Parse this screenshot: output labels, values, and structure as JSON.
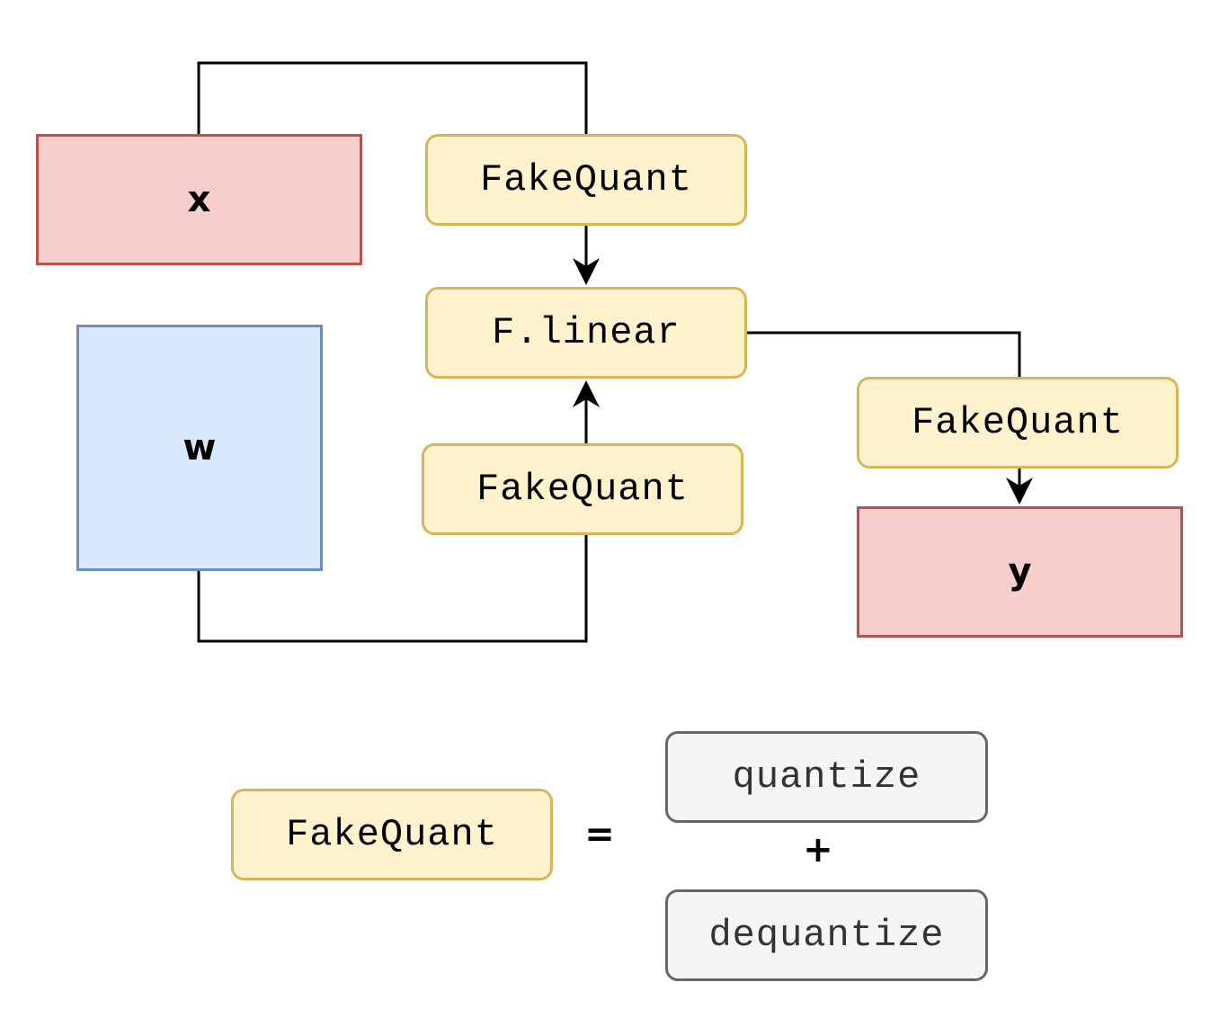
{
  "diagram": {
    "nodes": {
      "x": "x",
      "w": "w",
      "fakequant_input": "FakeQuant",
      "linear": "F.linear",
      "fakequant_weight": "FakeQuant",
      "fakequant_output": "FakeQuant",
      "y": "y"
    },
    "legend": {
      "fakequant": "FakeQuant",
      "equals": "=",
      "quantize": "quantize",
      "plus": "+",
      "dequantize": "dequantize"
    }
  },
  "colors": {
    "tensor_fill": "#f8cecc",
    "tensor_border": "#b85450",
    "weight_fill": "#dae8fc",
    "weight_border": "#6c8ebf",
    "op_fill": "#fff2cc",
    "op_border": "#d6b656",
    "aux_fill": "#f5f5f5",
    "aux_border": "#666666",
    "wire": "#000000"
  }
}
